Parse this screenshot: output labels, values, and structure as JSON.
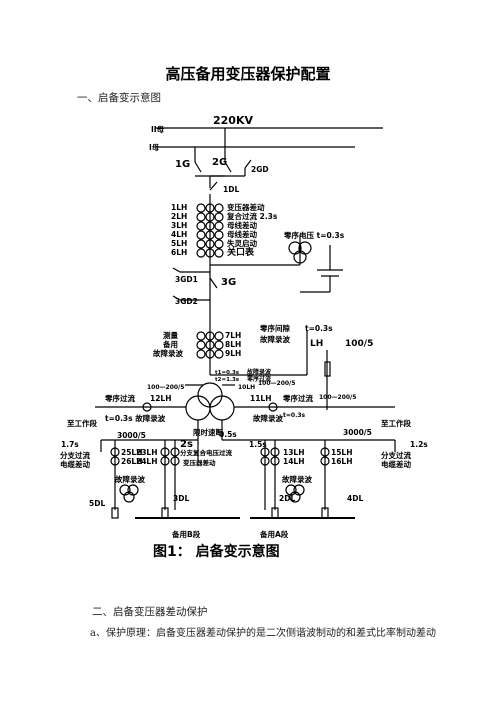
{
  "doc": {
    "title": "高压备用变压器保护配置",
    "section1": "一、启备变示意图",
    "section2": "二、启备变压器差动保护",
    "para1": "a、保护原理：启备变压器差动保护的是二次侧谐波制动的和差式比率制动差动"
  },
  "diagram": {
    "voltage": "220KV",
    "bus2": "II母",
    "bus1": "I母",
    "sw_1g": "1G",
    "sw_2g": "2G",
    "sw_2gd": "2GD",
    "breaker_1dl": "1DL",
    "ct_left": [
      "1LH",
      "2LH",
      "3LH",
      "4LH",
      "5LH",
      "6LH"
    ],
    "ct_right": [
      "变压器差动",
      "复合过流  2.3s",
      "母线差动",
      "母线差动",
      "失灵启动",
      "关口表"
    ],
    "zero_seq_voltage": "零序电压 t=0.3s",
    "sw_3gd1": "3GD1",
    "sw_3g": "3G",
    "sw_3gd2": "3GD2",
    "mid_left": [
      "测量",
      "备用",
      "故障录波"
    ],
    "mid_right": [
      "7LH",
      "8LH",
      "9LH"
    ],
    "zero_gap": "零序间隙",
    "gap_fault": "故障录波",
    "gap_time": "t=0.3s",
    "lh_label": "LH",
    "lh_ratio": "100/5",
    "t_small1": "t1=0.3s",
    "t_small2": "t2=1.3s",
    "fault_rec_small": "故障录波",
    "zero_oc_small": "零序过流",
    "ratio_left": "100—200/5",
    "ratio_right": "100—200/5",
    "ratio_mid": "100—200/5",
    "lh10": "10LH",
    "lh11": "11LH",
    "lh12": "12LH",
    "zero_oc_left": "零序过流",
    "zero_oc_right": "零序过流",
    "t_left": "t=0.3s 故障录波",
    "t_right_fault": "故障录波",
    "t_right_time": "t=0.3s",
    "to_work_left": "至工作段",
    "to_work_right": "至工作段",
    "time_left": "1.7s",
    "time_right": "1.2s",
    "branch_oc_left": "分支过流",
    "cable_diff_left": "电缆差动",
    "branch_oc_right": "分支过流",
    "cable_diff_right": "电缆差动",
    "ratio_3000_left": "3000/5",
    "ratio_3000_right": "3000/5",
    "lh25": "25LH",
    "lh26": "26LH",
    "lh23": "23LH",
    "lh24": "24LH",
    "lh13": "13LH",
    "lh14": "14LH",
    "lh15": "15LH",
    "lh16": "16LH",
    "t2s": "2s",
    "limit_break": "限时速断",
    "t05": "0.5s",
    "t15": "1.5s",
    "branch_composite": "分支复合电压过流",
    "xfmr_diff": "变压器差动",
    "fault_rec_l": "故障录波",
    "fault_rec_r": "故障录波",
    "dl5": "5DL",
    "dl3": "3DL",
    "dl2": "2DL",
    "dl4": "4DL",
    "bus_b": "备用B段",
    "bus_a": "备用A段",
    "caption": "图1：  启备变示意图"
  }
}
